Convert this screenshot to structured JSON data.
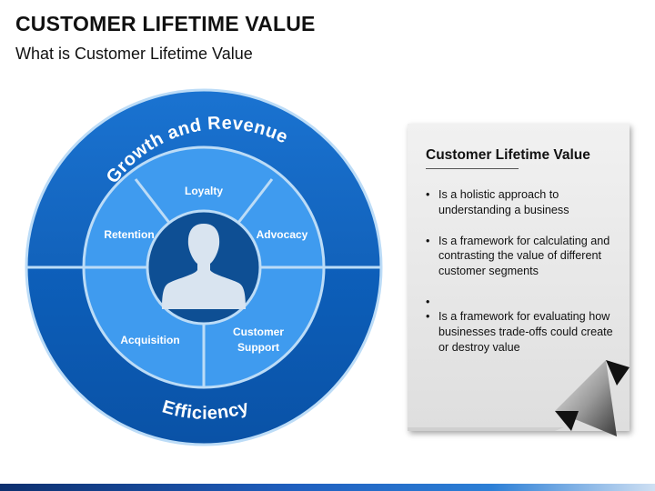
{
  "slide": {
    "title": "CUSTOMER LIFETIME VALUE",
    "subtitle": "What is Customer Lifetime Value"
  },
  "diagram": {
    "outer_ring": {
      "top_label": "Growth and Revenue",
      "bottom_label": "Efficiency"
    },
    "segments": {
      "loyalty": "Loyalty",
      "retention": "Retention",
      "advocacy": "Advocacy",
      "acquisition": "Acquisition",
      "support_line1": "Customer",
      "support_line2": "Support"
    },
    "center_icon": "person-silhouette-icon"
  },
  "panel": {
    "title": "Customer Lifetime Value",
    "bullets": [
      "Is a holistic approach to understanding a business",
      "Is a framework for calculating and contrasting the value of different customer segments",
      "",
      "Is a framework for evaluating how businesses trade-offs could create or destroy value"
    ]
  },
  "colors": {
    "outer_ring_top": "#1565c0",
    "outer_ring_bottom": "#0b5bb5",
    "inner_ring": "#3f9bef",
    "center_disc": "#0e4f94",
    "separator": "#bcdcf7",
    "bottom_bar": "#1f5fbf"
  }
}
